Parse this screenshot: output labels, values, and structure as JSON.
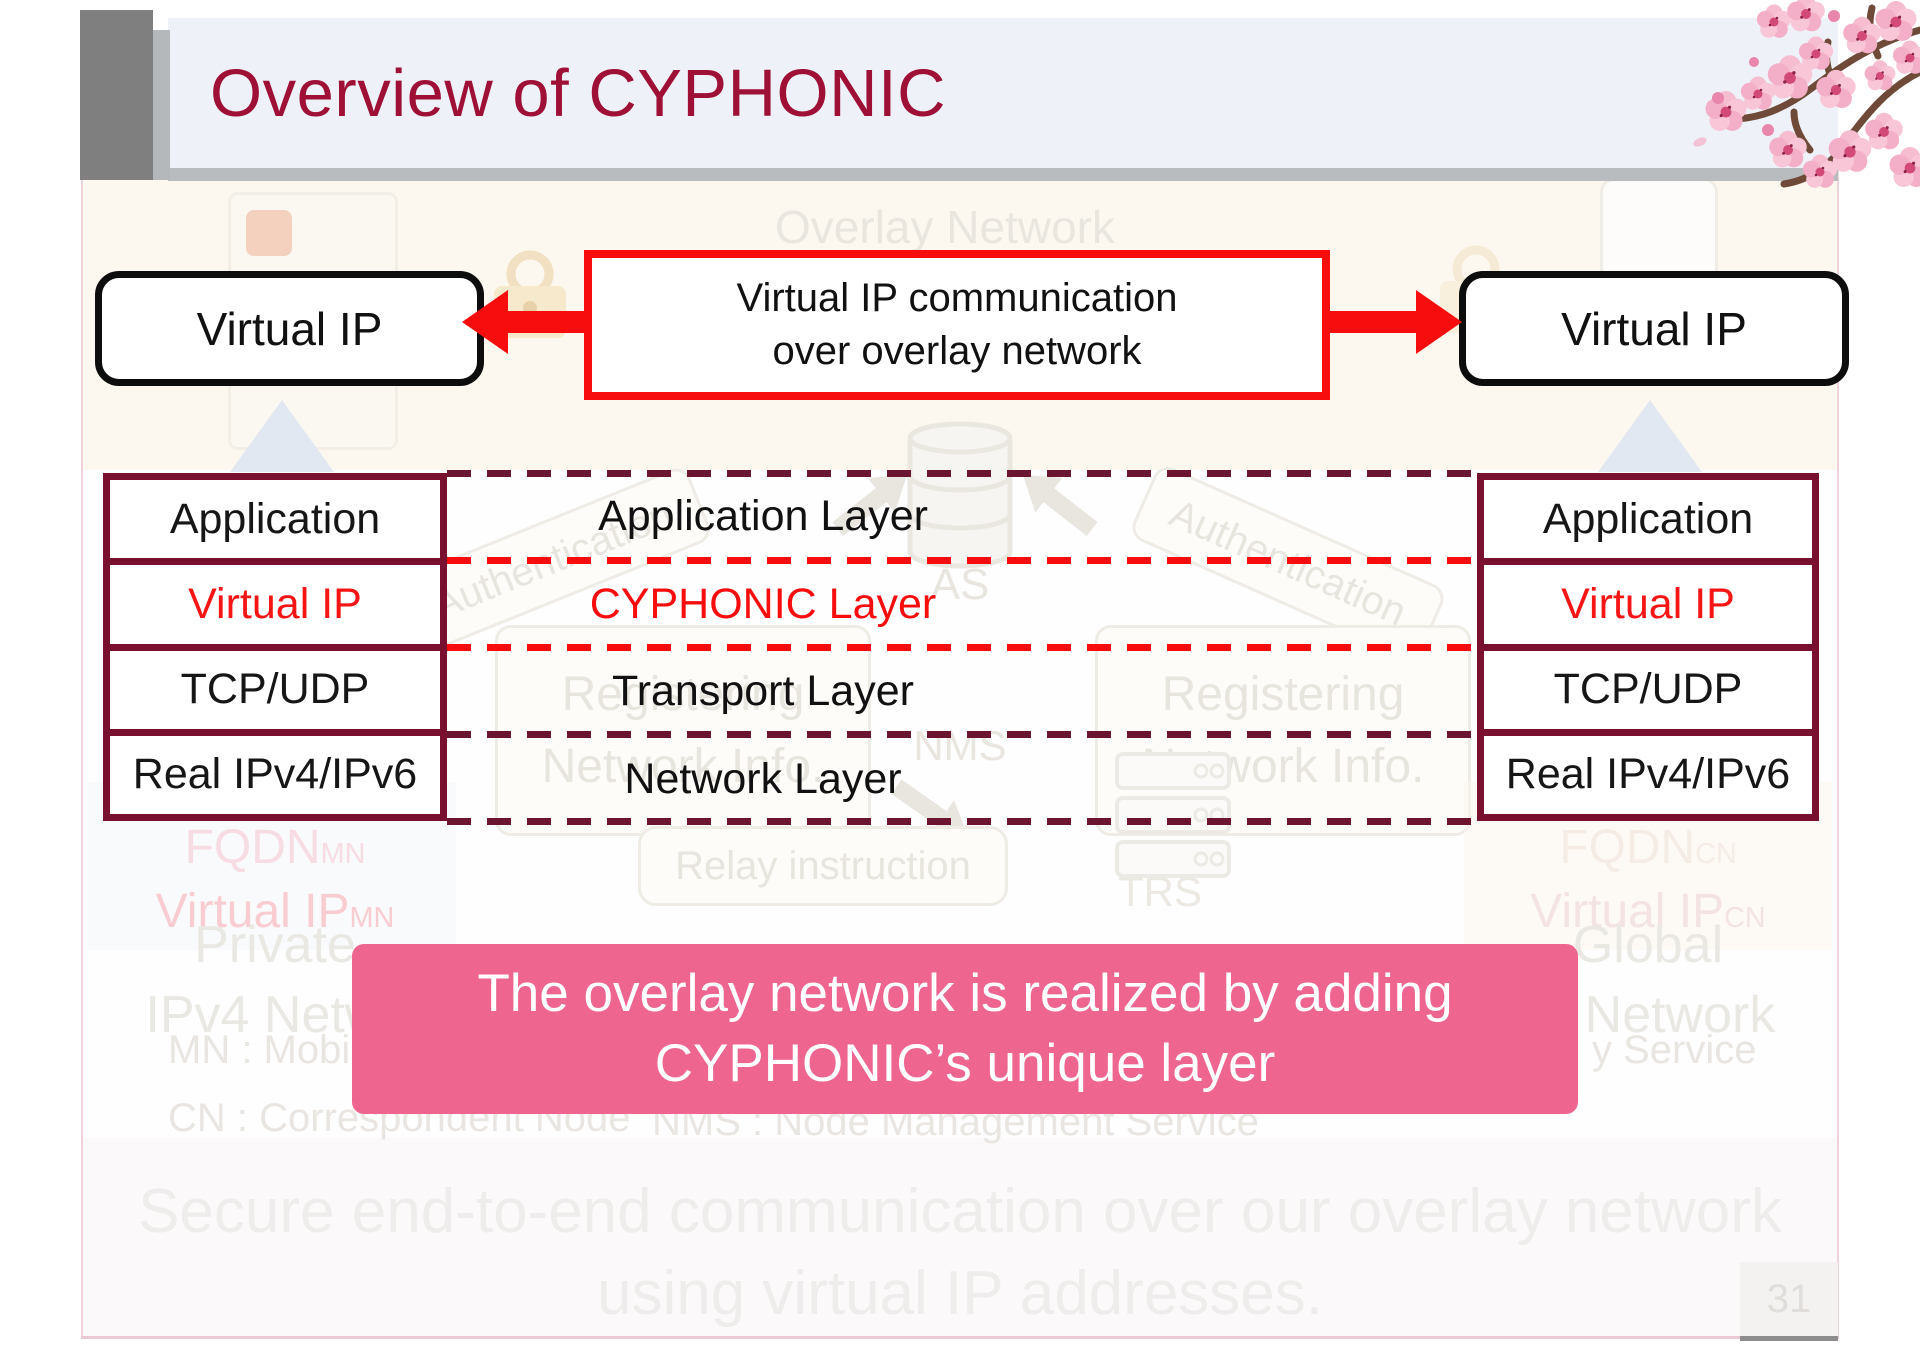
{
  "colors": {
    "title_maroon": "#9e1036",
    "stack_border_maroon": "#7a1030",
    "accent_red": "#f70d0d",
    "virtual_ip_red": "#f51515",
    "callout_pink": "#ee6590",
    "banner_blue": "#eef1f7"
  },
  "header": {
    "title": "Overview of CYPHONIC"
  },
  "top_row": {
    "overlay_network_label": "Overlay Network",
    "left_box_label": "Virtual IP",
    "center_box_line1": "Virtual IP communication",
    "center_box_line2": "over overlay network",
    "right_box_label": "Virtual IP"
  },
  "stacks": {
    "left_rows": [
      {
        "label": "Application"
      },
      {
        "label": "Virtual IP"
      },
      {
        "label": "TCP/UDP"
      },
      {
        "label": "Real IPv4/IPv6"
      }
    ],
    "right_rows": [
      {
        "label": "Application"
      },
      {
        "label": "Virtual IP"
      },
      {
        "label": "TCP/UDP"
      },
      {
        "label": "Real IPv4/IPv6"
      }
    ],
    "center_layers": [
      {
        "label": "Application Layer"
      },
      {
        "label": "CYPHONIC Layer"
      },
      {
        "label": "Transport Layer"
      },
      {
        "label": "Network Layer"
      }
    ]
  },
  "callout": {
    "line1": "The overlay network is realized by adding",
    "line2": "CYPHONIC’s unique layer"
  },
  "background": {
    "authentication_left": "Authentication",
    "authentication_right": "Authentication",
    "as_label": "AS",
    "registering_left": {
      "line1": "Registering",
      "line2": "Network Info."
    },
    "registering_right": {
      "line1": "Registering",
      "line2": "Network Info."
    },
    "nms_label": "NMS",
    "relay_instruction_label": "Relay instruction",
    "trs_label": "TRS",
    "fqdn_mn": {
      "base": "FQDN",
      "sub": "MN"
    },
    "virtual_ip_mn": {
      "base": "Virtual IP",
      "sub": "MN"
    },
    "fqdn_cn": {
      "base": "FQDN",
      "sub": "CN"
    },
    "virtual_ip_cn": {
      "base": "Virtual IP",
      "sub": "CN"
    },
    "private_network": {
      "line1": "Private",
      "line2": "IPv4 Network"
    },
    "global_network": {
      "line1": "Global",
      "line2": "Network"
    },
    "legend_mn": "MN : Mobile Node",
    "legend_cn": "CN : Correspondent Node",
    "legend_nms": "NMS : Node Management Service",
    "legend_trs_fragment": "y Service",
    "bottom_message_line1": "Secure end-to-end communication over our overlay network",
    "bottom_message_line2": "using virtual IP addresses."
  },
  "footer": {
    "page_number": "31"
  }
}
